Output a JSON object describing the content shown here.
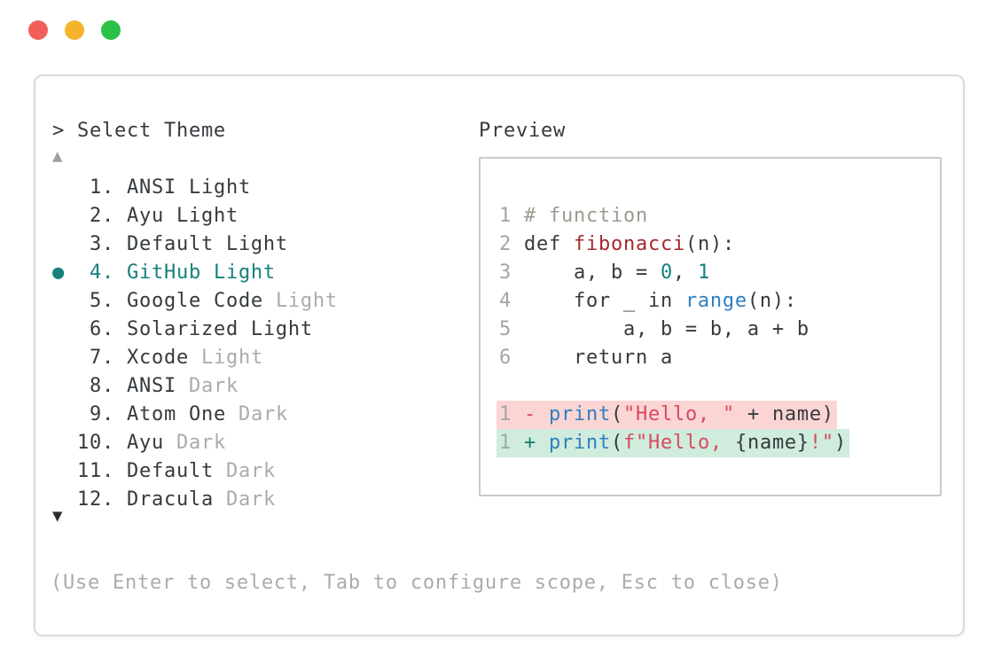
{
  "header": {
    "title_line": "> Select Theme"
  },
  "preview": {
    "label": "Preview"
  },
  "list": {
    "up_arrow": "▲",
    "down_arrow": "▼",
    "items": [
      {
        "number": " 1.",
        "main": "ANSI Light",
        "muted": "",
        "selected": false
      },
      {
        "number": " 2.",
        "main": "Ayu Light",
        "muted": "",
        "selected": false
      },
      {
        "number": " 3.",
        "main": "Default Light",
        "muted": "",
        "selected": false
      },
      {
        "number": " 4.",
        "main": "GitHub Light",
        "muted": "",
        "selected": true
      },
      {
        "number": " 5.",
        "main": "Google Code",
        "muted": "Light",
        "selected": false
      },
      {
        "number": " 6.",
        "main": "Solarized Light",
        "muted": "",
        "selected": false
      },
      {
        "number": " 7.",
        "main": "Xcode",
        "muted": "Light",
        "selected": false
      },
      {
        "number": " 8.",
        "main": "ANSI",
        "muted": "Dark",
        "selected": false
      },
      {
        "number": " 9.",
        "main": "Atom One",
        "muted": "Dark",
        "selected": false
      },
      {
        "number": "10.",
        "main": "Ayu",
        "muted": "Dark",
        "selected": false
      },
      {
        "number": "11.",
        "main": "Default",
        "muted": "Dark",
        "selected": false
      },
      {
        "number": "12.",
        "main": "Dracula",
        "muted": "Dark",
        "selected": false
      }
    ]
  },
  "code": {
    "lines": [
      {
        "num": "1",
        "tokens": [
          {
            "t": "# function",
            "c": "comment"
          }
        ]
      },
      {
        "num": "2",
        "tokens": [
          {
            "t": "def ",
            "c": "plain"
          },
          {
            "t": "fibonacci",
            "c": "func"
          },
          {
            "t": "(n):",
            "c": "plain"
          }
        ]
      },
      {
        "num": "3",
        "tokens": [
          {
            "t": "    a, b = ",
            "c": "plain"
          },
          {
            "t": "0",
            "c": "num"
          },
          {
            "t": ", ",
            "c": "plain"
          },
          {
            "t": "1",
            "c": "num"
          }
        ]
      },
      {
        "num": "4",
        "tokens": [
          {
            "t": "    for _ in ",
            "c": "plain"
          },
          {
            "t": "range",
            "c": "builtin"
          },
          {
            "t": "(n):",
            "c": "plain"
          }
        ]
      },
      {
        "num": "5",
        "tokens": [
          {
            "t": "        a, b = b, a + b",
            "c": "plain"
          }
        ]
      },
      {
        "num": "6",
        "tokens": [
          {
            "t": "    return a",
            "c": "plain"
          }
        ]
      },
      {
        "num": "",
        "tokens": []
      },
      {
        "num": "1",
        "diff": "del",
        "tokens": [
          {
            "t": "- ",
            "c": "del"
          },
          {
            "t": "print",
            "c": "builtin"
          },
          {
            "t": "(",
            "c": "plain"
          },
          {
            "t": "\"Hello, \"",
            "c": "str"
          },
          {
            "t": " + name)",
            "c": "plain"
          }
        ]
      },
      {
        "num": "1",
        "diff": "add",
        "tokens": [
          {
            "t": "+ ",
            "c": "add"
          },
          {
            "t": "print",
            "c": "builtin"
          },
          {
            "t": "(",
            "c": "plain"
          },
          {
            "t": "f\"Hello, ",
            "c": "str"
          },
          {
            "t": "{name}",
            "c": "plain"
          },
          {
            "t": "!\"",
            "c": "str"
          },
          {
            "t": ")",
            "c": "plain"
          }
        ]
      }
    ]
  },
  "footer": {
    "hint": "(Use Enter to select, Tab to configure scope, Esc to close)"
  },
  "colors": {
    "accent_teal": "#15817a",
    "text_dark": "#353a3e",
    "text_muted": "#a8acae",
    "comment": "#999d8f",
    "func_red": "#a5292e",
    "number_teal": "#11827c",
    "builtin_blue": "#2f7fc1",
    "string_red": "#d84a5f",
    "diff_add_sign": "#1e7b6f",
    "del_bg": "#fbd5d4",
    "add_bg": "#cfecdc",
    "traffic_red": "#f25f5a",
    "traffic_yellow": "#f3b32a",
    "traffic_green": "#2bc148",
    "window_border": "#dadada",
    "preview_border": "#c7cbce",
    "lnum_gray": "#a2a6a9",
    "arrow_gray": "#9aa0a3"
  }
}
